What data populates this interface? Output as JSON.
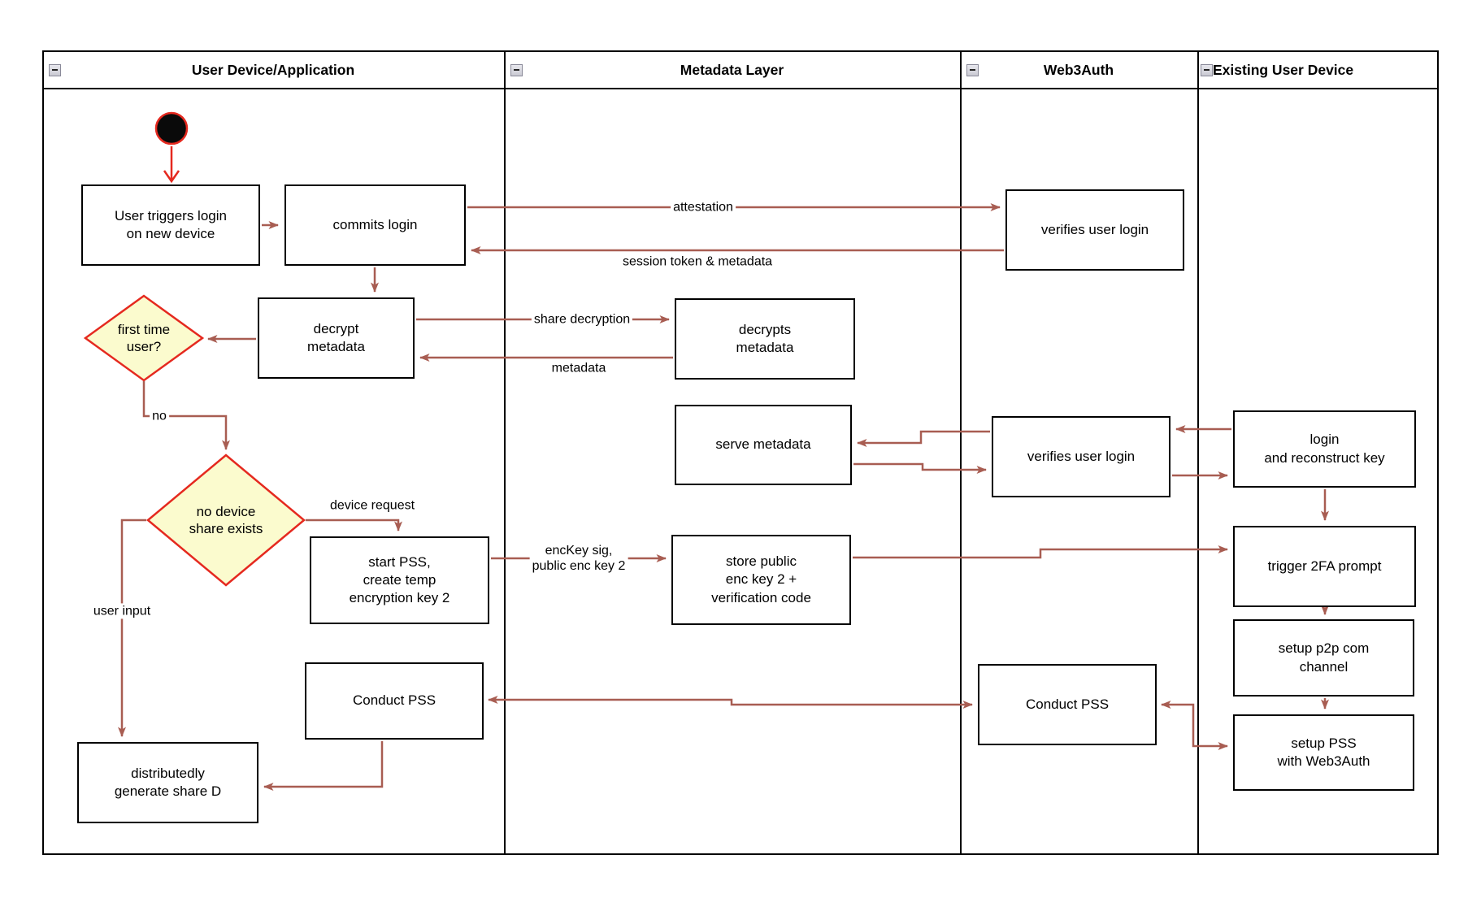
{
  "diagram": {
    "lanes": [
      {
        "label": "User Device/Application"
      },
      {
        "label": "Metadata Layer"
      },
      {
        "label": "Web3Auth"
      },
      {
        "label": "Existing User Device"
      }
    ],
    "nodes": {
      "user_triggers": {
        "label": "User triggers login\non new device"
      },
      "commits_login": {
        "label": "commits login"
      },
      "verifies_login_1": {
        "label": "verifies user login"
      },
      "decrypt_metadata": {
        "label": "decrypt\nmetadata"
      },
      "first_time_user": {
        "label": "first time\nuser?"
      },
      "no_device_share": {
        "label": "no device\nshare exists"
      },
      "start_pss": {
        "label": "start PSS,\ncreate temp\nencryption key 2"
      },
      "conduct_pss_user": {
        "label": "Conduct PSS"
      },
      "distributedly": {
        "label": "distributedly\ngenerate share D"
      },
      "decrypts_metadata": {
        "label": "decrypts\nmetadata"
      },
      "serve_metadata": {
        "label": "serve metadata"
      },
      "store_public": {
        "label": "store public\nenc key 2 +\nverification code"
      },
      "verifies_login_2": {
        "label": "verifies user login"
      },
      "conduct_pss_web3": {
        "label": "Conduct PSS"
      },
      "login_reconstruct": {
        "label": "login\nand reconstruct key"
      },
      "trigger_2fa": {
        "label": "trigger 2FA prompt"
      },
      "setup_p2p": {
        "label": "setup p2p com\nchannel"
      },
      "setup_pss": {
        "label": "setup PSS\nwith Web3Auth"
      }
    },
    "edge_labels": {
      "attestation": "attestation",
      "session_token": "session token & metadata",
      "share_decryption": "share decryption",
      "metadata": "metadata",
      "no": "no",
      "device_request": "device request",
      "enckey": "encKey sig,\npublic enc key 2",
      "user_input": "user input"
    },
    "colors": {
      "arrow-color": "#A85D52",
      "accent-red": "#E5291F",
      "diamond-fill": "#FBFBCE"
    }
  }
}
